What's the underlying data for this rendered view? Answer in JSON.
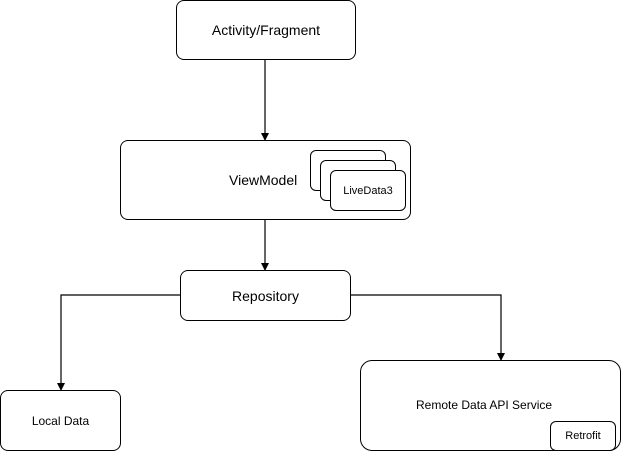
{
  "nodes": {
    "activity": {
      "label": "Activity/Fragment"
    },
    "viewmodel": {
      "label": "ViewModel"
    },
    "livedata": {
      "label": "LiveData3"
    },
    "repository": {
      "label": "Repository"
    },
    "local": {
      "label": "Local Data"
    },
    "remote": {
      "label": "Remote Data API Service"
    },
    "retrofit": {
      "label": "Retrofit"
    }
  },
  "edges": [
    {
      "from": "Activity/Fragment",
      "to": "ViewModel"
    },
    {
      "from": "ViewModel",
      "to": "Repository"
    },
    {
      "from": "Repository",
      "to": "Local Data"
    },
    {
      "from": "Repository",
      "to": "Remote Data API Service"
    }
  ],
  "colors": {
    "stroke": "#000000",
    "fill": "#ffffff"
  }
}
